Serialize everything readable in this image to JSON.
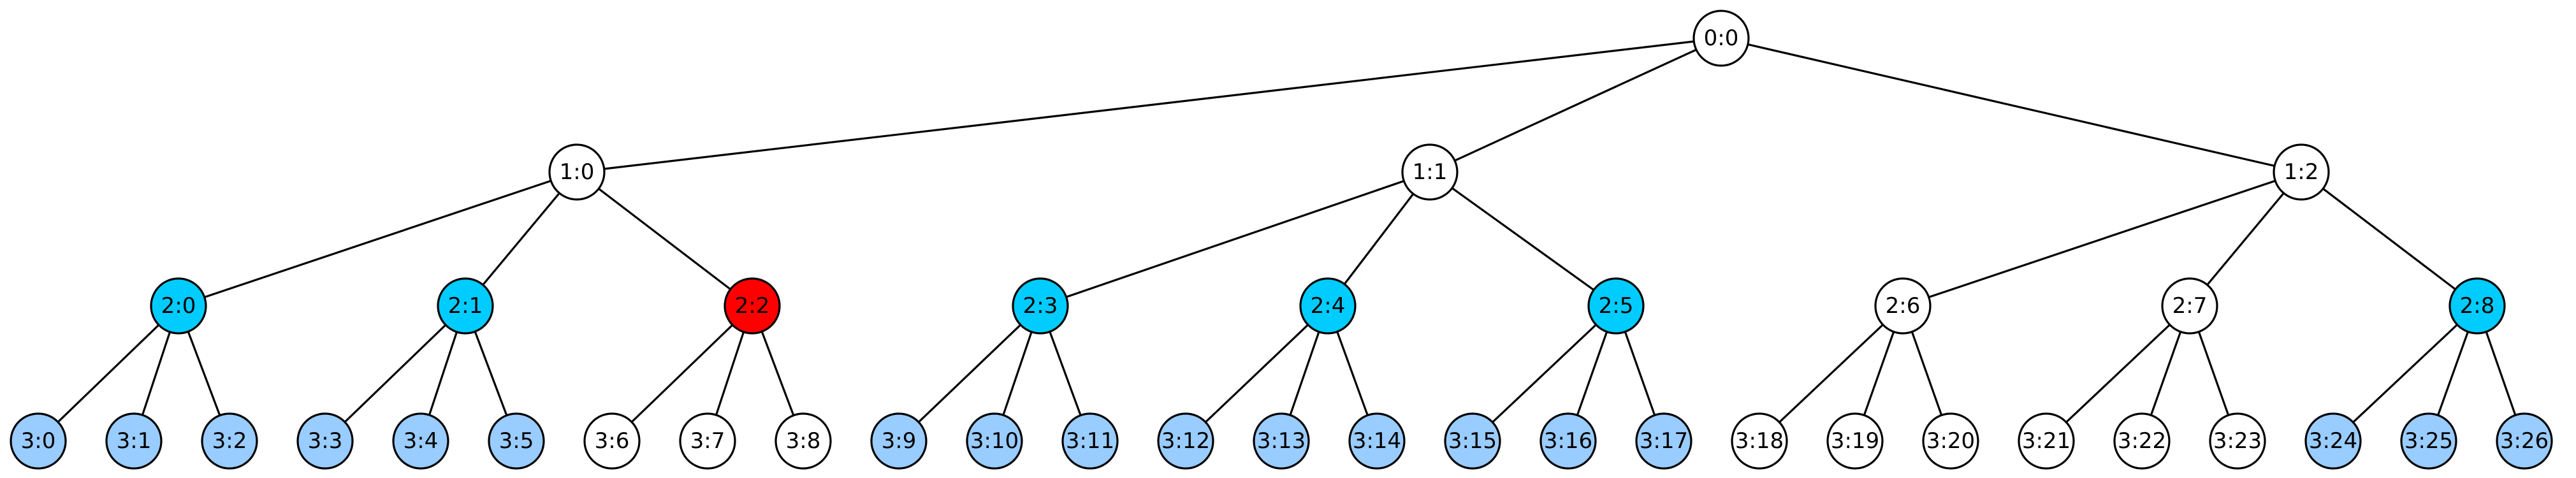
{
  "colors": {
    "default": "#ffffff",
    "cyan": "#00ccff",
    "light_blue": "#99ccff",
    "red": "#ff0000",
    "stroke": "#000000"
  },
  "tree": {
    "root": {
      "label": "0:0",
      "color": "default"
    },
    "level1": [
      {
        "label": "1:0",
        "color": "default"
      },
      {
        "label": "1:1",
        "color": "default"
      },
      {
        "label": "1:2",
        "color": "default"
      }
    ],
    "level2": [
      {
        "label": "2:0",
        "color": "cyan",
        "parent": 0
      },
      {
        "label": "2:1",
        "color": "cyan",
        "parent": 0
      },
      {
        "label": "2:2",
        "color": "red",
        "parent": 0
      },
      {
        "label": "2:3",
        "color": "cyan",
        "parent": 1
      },
      {
        "label": "2:4",
        "color": "cyan",
        "parent": 1
      },
      {
        "label": "2:5",
        "color": "cyan",
        "parent": 1
      },
      {
        "label": "2:6",
        "color": "default",
        "parent": 2
      },
      {
        "label": "2:7",
        "color": "default",
        "parent": 2
      },
      {
        "label": "2:8",
        "color": "cyan",
        "parent": 2
      }
    ],
    "level3": [
      {
        "label": "3:0",
        "color": "light_blue",
        "parent": 0
      },
      {
        "label": "3:1",
        "color": "light_blue",
        "parent": 0
      },
      {
        "label": "3:2",
        "color": "light_blue",
        "parent": 0
      },
      {
        "label": "3:3",
        "color": "light_blue",
        "parent": 1
      },
      {
        "label": "3:4",
        "color": "light_blue",
        "parent": 1
      },
      {
        "label": "3:5",
        "color": "light_blue",
        "parent": 1
      },
      {
        "label": "3:6",
        "color": "default",
        "parent": 2
      },
      {
        "label": "3:7",
        "color": "default",
        "parent": 2
      },
      {
        "label": "3:8",
        "color": "default",
        "parent": 2
      },
      {
        "label": "3:9",
        "color": "light_blue",
        "parent": 3
      },
      {
        "label": "3:10",
        "color": "light_blue",
        "parent": 3
      },
      {
        "label": "3:11",
        "color": "light_blue",
        "parent": 3
      },
      {
        "label": "3:12",
        "color": "light_blue",
        "parent": 4
      },
      {
        "label": "3:13",
        "color": "light_blue",
        "parent": 4
      },
      {
        "label": "3:14",
        "color": "light_blue",
        "parent": 4
      },
      {
        "label": "3:15",
        "color": "light_blue",
        "parent": 5
      },
      {
        "label": "3:16",
        "color": "light_blue",
        "parent": 5
      },
      {
        "label": "3:17",
        "color": "light_blue",
        "parent": 5
      },
      {
        "label": "3:18",
        "color": "default",
        "parent": 6
      },
      {
        "label": "3:19",
        "color": "default",
        "parent": 6
      },
      {
        "label": "3:20",
        "color": "default",
        "parent": 6
      },
      {
        "label": "3:21",
        "color": "default",
        "parent": 7
      },
      {
        "label": "3:22",
        "color": "default",
        "parent": 7
      },
      {
        "label": "3:23",
        "color": "default",
        "parent": 7
      },
      {
        "label": "3:24",
        "color": "light_blue",
        "parent": 8
      },
      {
        "label": "3:25",
        "color": "light_blue",
        "parent": 8
      },
      {
        "label": "3:26",
        "color": "light_blue",
        "parent": 8
      }
    ]
  }
}
